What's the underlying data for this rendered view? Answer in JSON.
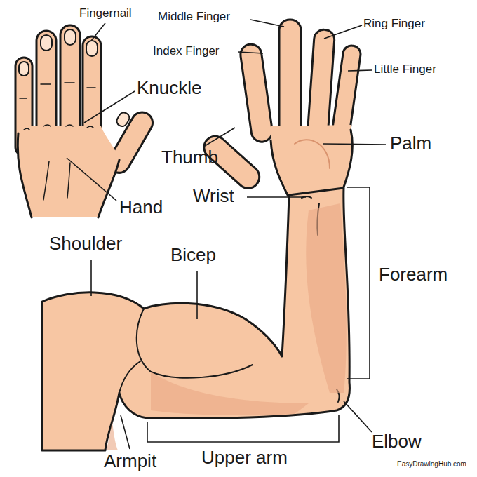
{
  "diagram": {
    "labels": [
      "Fingernail",
      "Middle Finger",
      "Ring Finger",
      "Index Finger",
      "Little Finger",
      "Knuckle",
      "Palm",
      "Thumb",
      "Wrist",
      "Hand",
      "Forearm",
      "Shoulder",
      "Bicep",
      "Elbow",
      "Armpit",
      "Upper arm",
      "EasyDrawingHub.com"
    ]
  }
}
